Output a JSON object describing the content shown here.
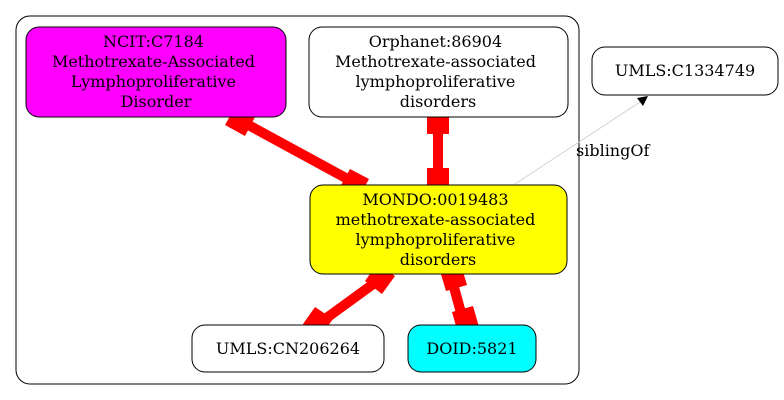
{
  "colors": {
    "mapping_edge": "#ff0000",
    "sibling_edge": "#d3d3d3",
    "sibling_arrow": "#000000",
    "cluster_border": "#000000",
    "node_border": "#000000"
  },
  "nodes": {
    "ncit": {
      "lines": [
        "NCIT:C7184",
        "Methotrexate-Associated",
        "Lymphoproliferative",
        "Disorder"
      ],
      "fill": "#ff00ff"
    },
    "orphanet": {
      "lines": [
        "Orphanet:86904",
        "Methotrexate-associated",
        "lymphoproliferative",
        "disorders"
      ],
      "fill": "#ffffff"
    },
    "mondo": {
      "lines": [
        "MONDO:0019483",
        "methotrexate-associated",
        "lymphoproliferative",
        "disorders"
      ],
      "fill": "#ffff00"
    },
    "umls_cn": {
      "lines": [
        "UMLS:CN206264"
      ],
      "fill": "#ffffff"
    },
    "doid": {
      "lines": [
        "DOID:5821"
      ],
      "fill": "#00ffff"
    },
    "umls_c": {
      "lines": [
        "UMLS:C1334749"
      ],
      "fill": "#ffffff"
    }
  },
  "edges": {
    "sibling_label": "siblingOf"
  }
}
